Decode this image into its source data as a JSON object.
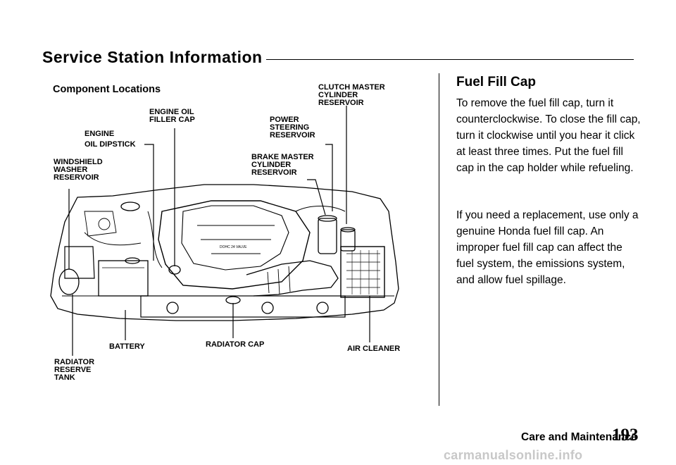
{
  "header": {
    "title": "Service Station Information"
  },
  "left": {
    "heading": "Component Locations",
    "labels": {
      "engine_oil_filler_cap": "ENGINE OIL\nFILLER CAP",
      "engine_oil_dipstick": "ENGINE\nOIL DIPSTICK",
      "windshield_washer_reservoir": "WINDSHIELD\nWASHER\nRESERVOIR",
      "clutch_master_cylinder_reservoir": "CLUTCH MASTER\nCYLINDER\nRESERVOIR",
      "power_steering_reservoir": "POWER\nSTEERING\nRESERVOIR",
      "brake_master_cylinder_reservoir": "BRAKE MASTER\nCYLINDER\nRESERVOIR",
      "battery": "BATTERY",
      "radiator_cap": "RADIATOR CAP",
      "air_cleaner": "AIR CLEANER",
      "radiator_reserve_tank": "RADIATOR\nRESERVE\nTANK"
    }
  },
  "right": {
    "heading": "Fuel Fill Cap",
    "para1": "To remove the fuel fill cap, turn it counterclockwise. To close the fill cap, turn it clockwise until you hear it click at least three times. Put the fuel fill cap in the cap holder while refueling.",
    "para2": "If you need a replacement, use only a genuine Honda fuel fill cap. An improper fuel fill cap can affect the fuel system, the emissions system, and allow fuel spillage."
  },
  "footer": {
    "section": "Care and Maintenance",
    "page": "193"
  },
  "watermark": "carmanualsonline.info"
}
